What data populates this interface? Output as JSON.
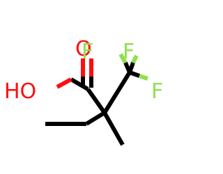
{
  "molecule": {
    "atoms": {
      "o_double": {
        "symbol": "O",
        "color": "#ff0d0d"
      },
      "o_hydroxyl": {
        "symbol": "HO",
        "color": "#ff0d0d"
      },
      "f_top": {
        "symbol": "F",
        "color": "#90e050"
      },
      "f_right": {
        "symbol": "F",
        "color": "#90e050"
      },
      "f_left": {
        "symbol": "F",
        "color": "#90e050"
      }
    },
    "bond_color": "#000000",
    "background": "#ffffff"
  }
}
